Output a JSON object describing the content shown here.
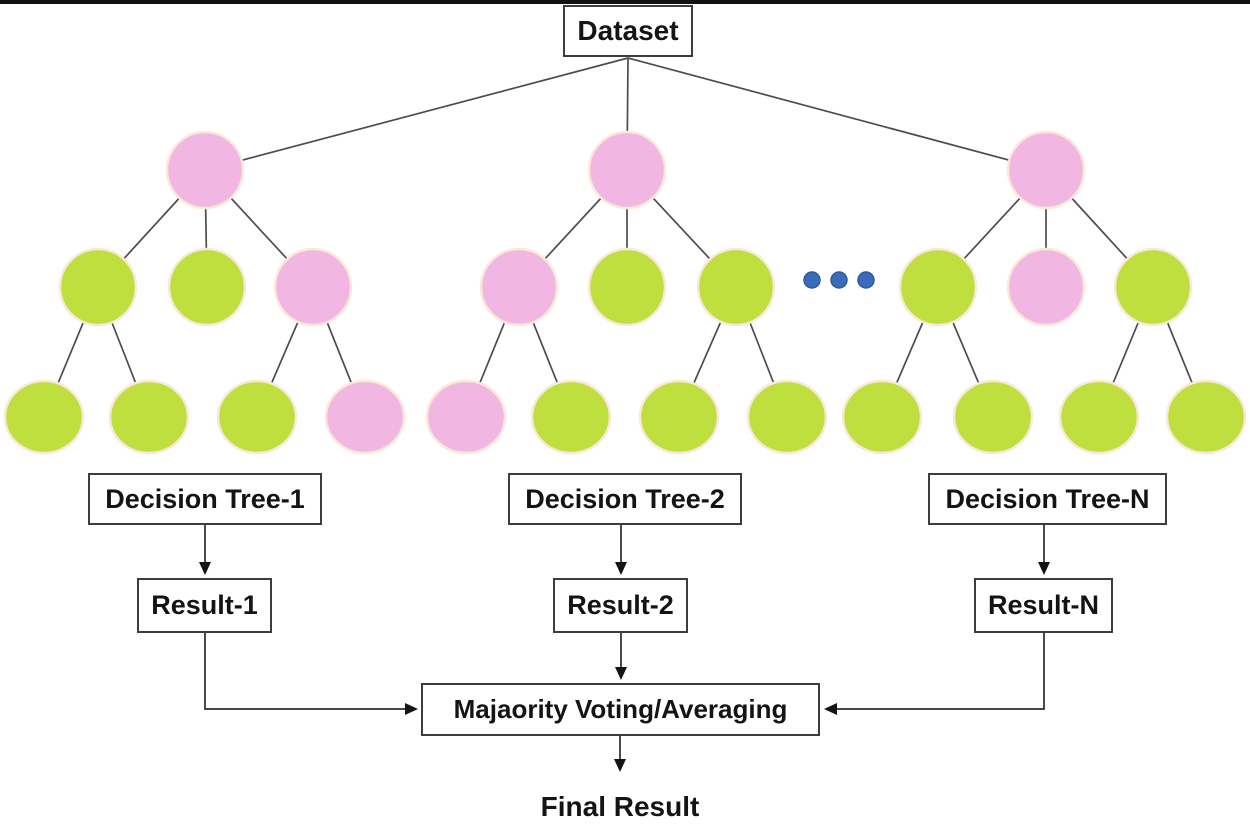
{
  "diagram": {
    "dataset_label": "Dataset",
    "majority_label": "Majaority Voting/Averaging",
    "final_label": "Final Result",
    "continuation_dots": 3,
    "dots_color": "#3a6bb8",
    "node_colors": {
      "pink": "#f1b7e2",
      "green": "#bedf3d"
    },
    "trees": [
      {
        "label": "Decision Tree-1",
        "result": "Result-1",
        "root": "pink",
        "level2": [
          "green",
          "green",
          "pink"
        ],
        "leaves": [
          "green",
          "green",
          "green",
          "pink"
        ]
      },
      {
        "label": "Decision Tree-2",
        "result": "Result-2",
        "root": "pink",
        "level2": [
          "pink",
          "green",
          "green"
        ],
        "leaves": [
          "pink",
          "green",
          "green",
          "green"
        ]
      },
      {
        "label": "Decision Tree-N",
        "result": "Result-N",
        "root": "pink",
        "level2": [
          "green",
          "pink",
          "green"
        ],
        "leaves": [
          "green",
          "green",
          "green",
          "green"
        ]
      }
    ]
  }
}
